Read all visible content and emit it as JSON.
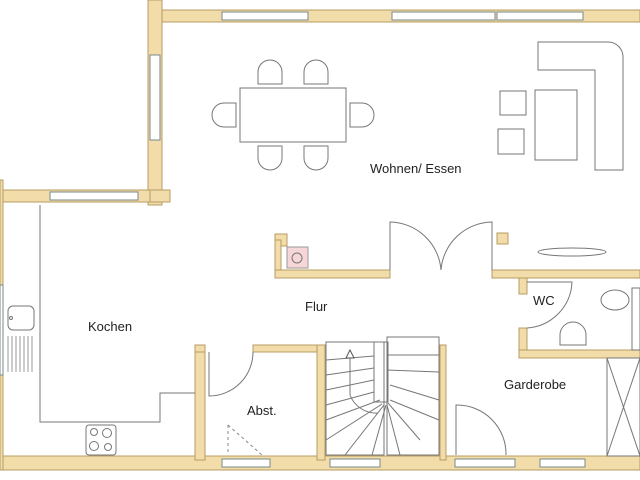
{
  "rooms": {
    "living": "Wohnen/ Essen",
    "kitchen": "Kochen",
    "hall": "Flur",
    "wc": "WC",
    "storage": "Abst.",
    "cloakroom": "Garderobe"
  },
  "colors": {
    "wall": "#f1dcaa",
    "wall_outline": "#b89c62",
    "chimney": "#f6d6d6"
  }
}
